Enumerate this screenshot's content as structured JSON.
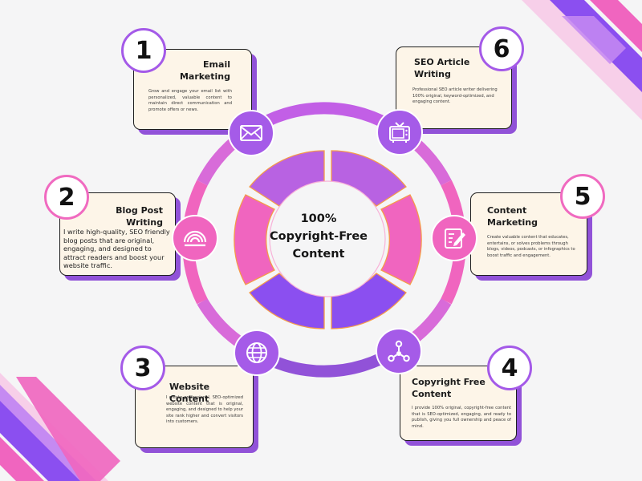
{
  "center": {
    "line1": "100%",
    "line2": "Copyright-Free",
    "line3": "Content"
  },
  "steps": [
    {
      "number": "1",
      "title_line1": "Email",
      "title_line2": "Marketing",
      "text": "Grow and engage your email list with personalized, valuable content to maintain direct communication and promote offers or news.",
      "icon": "envelope-icon"
    },
    {
      "number": "2",
      "title_line1": "Blog Post",
      "title_line2": "Writing",
      "text": "I write high-quality, SEO friendly blog posts that are original, engaging, and designed to attract readers and boost your website traffic.",
      "icon": "wifi-signal-icon"
    },
    {
      "number": "3",
      "title_line1": "Website Content",
      "title_line2": "",
      "text": "I create professional, SEO-optimized website content that is original, engaging, and designed to help your site rank higher and convert visitors into customers.",
      "icon": "globe-icon"
    },
    {
      "number": "4",
      "title_line1": "Copyright Free",
      "title_line2": "Content",
      "text": "I provide 100% original, copyright-free content that is SEO-optimized, engaging, and ready to publish, giving you full ownership and peace of mind.",
      "icon": "network-icon"
    },
    {
      "number": "5",
      "title_line1": "Content",
      "title_line2": "Marketing",
      "text": "Create valuable content that educates, entertains, or solves problems through blogs, videos, podcasts, or infographics to boost traffic and engagement.",
      "icon": "edit-document-icon"
    },
    {
      "number": "6",
      "title_line1": "SEO Article",
      "title_line2": "Writing",
      "text": "Professional SEO article writer delivering 100% original, keyword-optimized, and engaging content.",
      "icon": "tv-icon"
    }
  ],
  "colors": {
    "purple": "#a55be8",
    "pink": "#f065bf",
    "violet": "#8b4ff0",
    "card_bg": "#fdf5e8",
    "orange_outline": "#f59a4a"
  }
}
